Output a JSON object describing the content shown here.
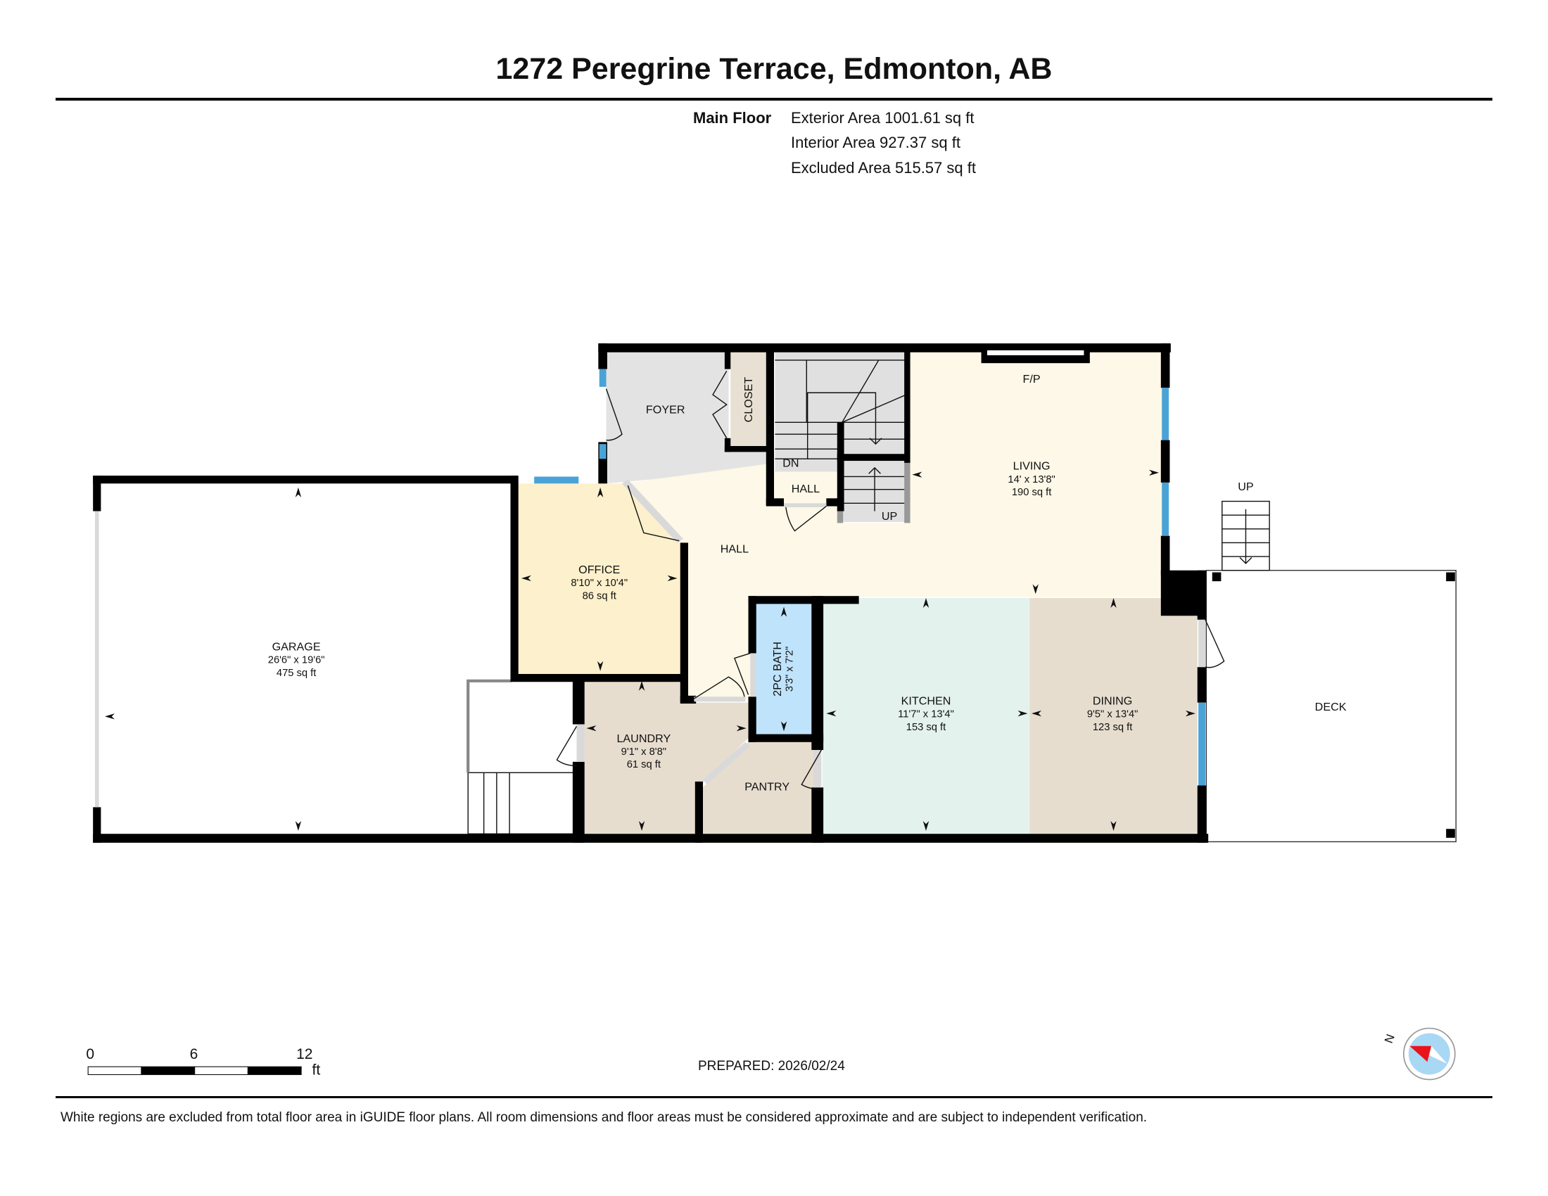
{
  "header": {
    "title": "1272 Peregrine Terrace, Edmonton, AB",
    "floor_label": "Main Floor",
    "exterior_area": "Exterior Area 1001.61 sq ft",
    "interior_area": "Interior Area 927.37 sq ft",
    "excluded_area": "Excluded Area 515.57 sq ft"
  },
  "rooms": {
    "foyer": {
      "name": "FOYER",
      "color": "#e3e3e3"
    },
    "closet": {
      "name": "CLOSET",
      "color": "#e8e0d2"
    },
    "hall_small": {
      "name": "HALL",
      "color": "#fdf8e7"
    },
    "hall": {
      "name": "HALL",
      "color": "#fdf8e7"
    },
    "living": {
      "name": "LIVING",
      "dims": "14' x 13'8\"",
      "area": "190 sq ft",
      "color": "#fdf8e7"
    },
    "fireplace": {
      "name": "F/P"
    },
    "office": {
      "name": "OFFICE",
      "dims": "8'10\" x 10'4\"",
      "area": "86 sq ft",
      "color": "#fdf0cc"
    },
    "garage": {
      "name": "GARAGE",
      "dims": "26'6\" x 19'6\"",
      "area": "475 sq ft",
      "color": "#ffffff"
    },
    "bath": {
      "name": "2PC BATH",
      "dims": "3'3\" x 7'2\"",
      "color": "#bfe3fb"
    },
    "laundry": {
      "name": "LAUNDRY",
      "dims": "9'1\" x 8'8\"",
      "area": "61 sq ft",
      "color": "#e7ddcf"
    },
    "pantry": {
      "name": "PANTRY",
      "color": "#e7ddcf"
    },
    "kitchen": {
      "name": "KITCHEN",
      "dims": "11'7\" x 13'4\"",
      "area": "153 sq ft",
      "color": "#e3f2ec"
    },
    "dining": {
      "name": "DINING",
      "dims": "9'5\" x 13'4\"",
      "area": "123 sq ft",
      "color": "#e7ddcf"
    },
    "deck": {
      "name": "DECK",
      "color": "#ffffff"
    }
  },
  "stairs": {
    "dn_label": "DN",
    "up_label": "UP",
    "deck_up_label": "UP"
  },
  "colors": {
    "wall": "#000000",
    "window": "#4aa3d6",
    "door_opening": "#d9d9d9",
    "stair_fill": "#e0e0e0"
  },
  "scale_bar": {
    "labels": [
      "0",
      "6",
      "12"
    ],
    "unit": "ft"
  },
  "compass": {
    "north_label": "N"
  },
  "footer": {
    "prepared": "PREPARED: 2026/02/24",
    "disclaimer": "White regions are excluded from total floor area in iGUIDE floor plans. All room dimensions and floor areas must be considered approximate and are subject to independent verification."
  }
}
